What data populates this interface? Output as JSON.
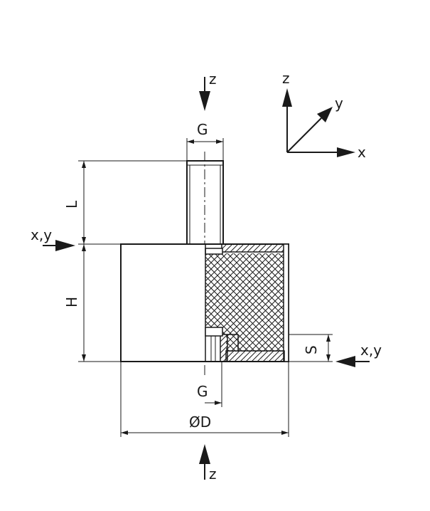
{
  "labels": {
    "z_top": "z",
    "z_bottom": "z",
    "axis_z": "z",
    "axis_y": "y",
    "axis_x": "x",
    "g_top": "G",
    "g_bottom": "G",
    "l": "L",
    "h": "H",
    "s": "S",
    "d": "ØD",
    "xy_left": "x,y",
    "xy_right": "x,y"
  },
  "colors": {
    "ink": "#1a1a1a",
    "background": "#ffffff"
  }
}
